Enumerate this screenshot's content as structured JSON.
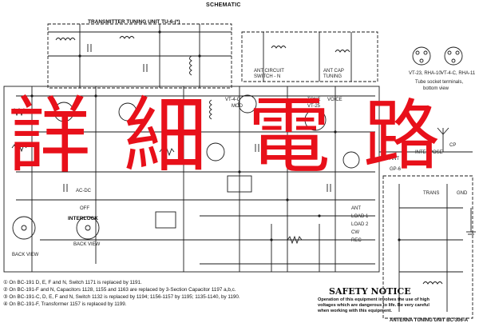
{
  "header": {
    "title": "SCHEMATIC"
  },
  "tuning_unit": {
    "title": "TRANSMITTER TUNING UNIT TU-6-(*)"
  },
  "tube_note": {
    "line1": "Tube socket terminals,",
    "line2": "bottom view",
    "vt23": "VT-23, RHA-10",
    "vt4c": "VT-4-C, RHA-11"
  },
  "labels": {
    "ant_circuit": "ANT CIRCUIT",
    "switch_n": "SWITCH - N",
    "ant_cap": "ANT CAP",
    "tuning": "TUNING",
    "tone": "TONE",
    "voice": "VOICE",
    "interlock": "INTERLOCK",
    "back_view": "BACK VIEW",
    "ant": "ANT",
    "cp": "CP",
    "gnd": "GND",
    "ant_short": "ANT",
    "load1": "LOAD 1",
    "load2": "LOAD 2",
    "cw": "CW",
    "rec": "REC",
    "ac_dc": "AC-DC",
    "off": "OFF",
    "vt25": "VT-25",
    "vt4c": "VT-4-C",
    "mod": "MOD",
    "trans": "TRANS",
    "interpose": "INTERPOSE",
    "gp6": "GP-6"
  },
  "overlay": {
    "c1": "詳",
    "c2": "細",
    "c3": "電",
    "c4": "路"
  },
  "footnotes": [
    "① On BC-191 D, E, F and N, Switch 1171 is replaced by 1191.",
    "② On BC-191-F and N, Capacitors 1128, 1155 and 1163 are replaced by 3-Section Capacitor 1197 a,b,c.",
    "③ On BC-191-C, D, E, F and N, Switch 1132 is replaced by 1194; 1156-1157 by 1195; 1135-1140, by 1190.",
    "④ On BC-191-F, Transformer 1157 is replaced by 1199."
  ],
  "safety": {
    "heading": "SAFETY NOTICE",
    "body": "Operation of this equipment involves the use of high voltages which are dangerous to life. Be very careful when working with this equipment."
  },
  "antenna_unit": {
    "title": "ANTENNA TUNING UNIT BC-306-A"
  }
}
